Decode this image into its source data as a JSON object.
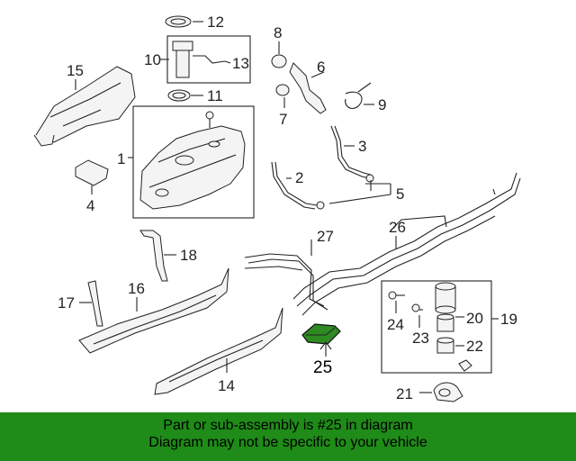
{
  "callouts": {
    "c1": "1",
    "c2": "2",
    "c3": "3",
    "c4": "4",
    "c5": "5",
    "c6": "6",
    "c7": "7",
    "c8": "8",
    "c9": "9",
    "c10": "10",
    "c11": "11",
    "c12": "12",
    "c13": "13",
    "c14": "14",
    "c15": "15",
    "c16": "16",
    "c17": "17",
    "c18": "18",
    "c19": "19",
    "c20": "20",
    "c21": "21",
    "c22": "22",
    "c23": "23",
    "c24": "24",
    "c25": "25",
    "c26": "26",
    "c27": "27"
  },
  "banner": {
    "line1": "Part or sub-assembly is #25 in diagram",
    "line2": "Diagram may not be specific to your vehicle",
    "color": "#1f8b18"
  },
  "highlight": {
    "part": "25",
    "color": "#2f8a22"
  }
}
